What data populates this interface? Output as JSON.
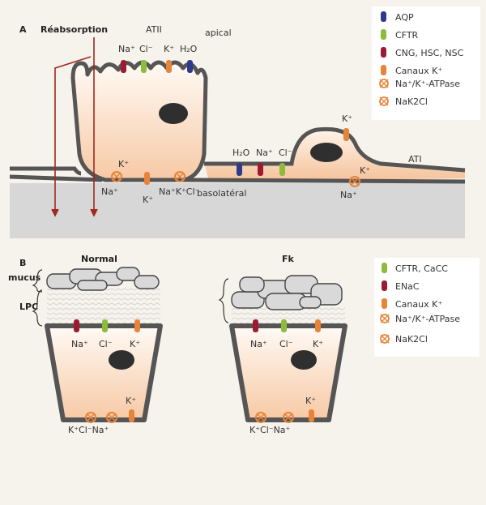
{
  "panel_a": {
    "letter": "A",
    "reabsorption": "Réabsorption",
    "atii": "ATII",
    "apical": "apical",
    "ati": "ATI",
    "basolateral": "basolatéral",
    "apical_channels": [
      "Na⁺",
      "Cl⁻",
      "K⁺",
      "H₂O"
    ],
    "ati_channels": [
      "H₂O",
      "Na⁺",
      "Cl⁻"
    ],
    "ati_k_top": "K⁺",
    "ati_k_bottom": "K⁺",
    "ati_na_bottom": "Na⁺",
    "atii_baso": {
      "k_top": "K⁺",
      "na": "Na⁺",
      "k_bottom": "K⁺",
      "cotransport": "Na⁺K⁺Cl⁻"
    },
    "legend": [
      "AQP",
      "CFTR",
      "CNG, HSC, NSC",
      "Canaux K⁺",
      "Na⁺/K⁺-ATPase",
      "NaK2Cl"
    ]
  },
  "panel_b": {
    "letter": "B",
    "mucus": "mucus",
    "lpc": "LPC",
    "normal": "Normal",
    "fk": "Fk",
    "apical_labels": [
      "Na⁺",
      "Cl⁻",
      "K⁺"
    ],
    "baso_k": "K⁺",
    "baso_cotransport": "K⁺Cl⁻Na⁺",
    "legend": [
      "CFTR, CaCC",
      "ENaC",
      "Canaux K⁺",
      "Na⁺/K⁺-ATPase",
      "NaK2Cl"
    ]
  },
  "colors": {
    "aqp": "#2e3a8c",
    "cftr": "#8dbb3a",
    "cng": "#9b1b30",
    "kchannel": "#e8843a",
    "membrane": "#555555",
    "arrow": "#a0281e",
    "cytoplasm": "#f8d8bf"
  }
}
